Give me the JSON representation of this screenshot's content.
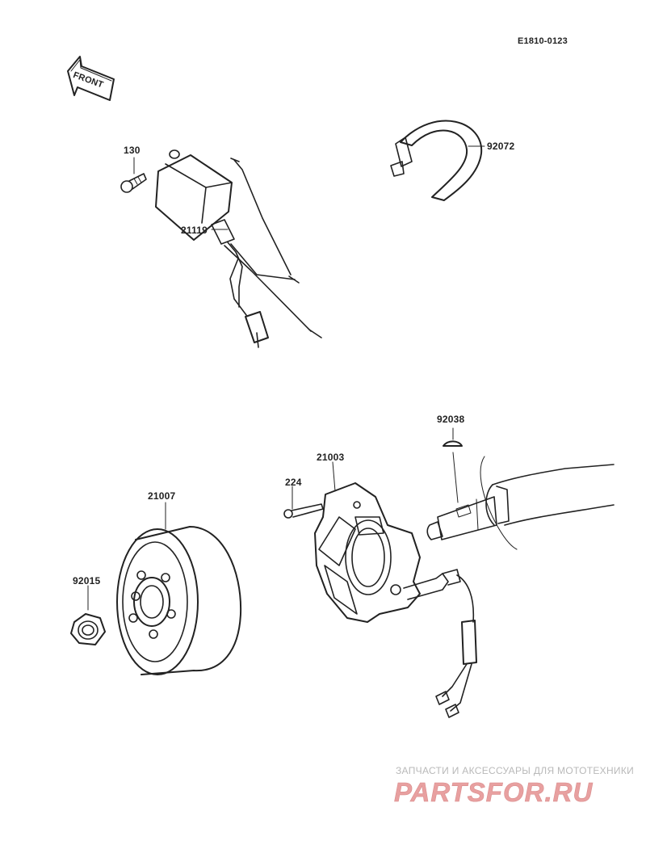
{
  "diagram": {
    "code": "E1810-0123",
    "front_marker": "FRONT",
    "colors": {
      "line": "#222222",
      "watermark_red": "#e8a0a0",
      "watermark_grey": "#b9b9b9"
    },
    "parts": [
      {
        "number": "130",
        "part": "bolt"
      },
      {
        "number": "21119",
        "part": "igniter-unit"
      },
      {
        "number": "92072",
        "part": "band-strap"
      },
      {
        "number": "92038",
        "part": "woodruff-key"
      },
      {
        "number": "21003",
        "part": "stator-assembly"
      },
      {
        "number": "224",
        "part": "screw"
      },
      {
        "number": "21007",
        "part": "flywheel-rotor"
      },
      {
        "number": "92015",
        "part": "nut"
      }
    ]
  },
  "watermark": {
    "caption": "ЗАПЧАСТИ И АКСЕССУАРЫ ДЛЯ МОТОТЕХНИКИ",
    "logo_text": "PARTSFOR.RU"
  }
}
